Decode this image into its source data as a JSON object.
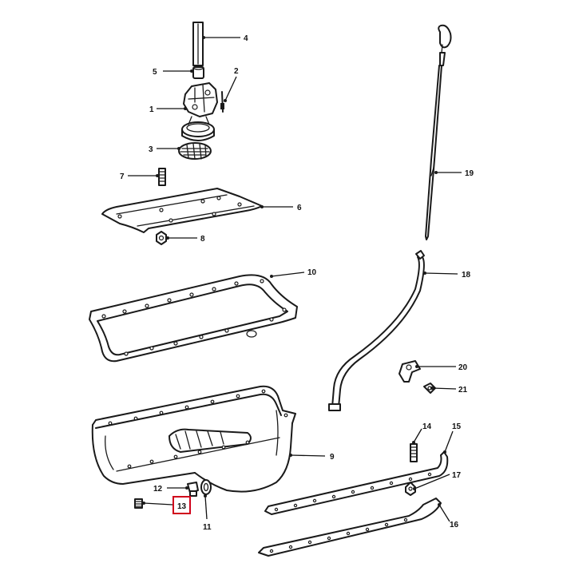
{
  "callouts": {
    "c1": "1",
    "c2": "2",
    "c3": "3",
    "c4": "4",
    "c5": "5",
    "c6": "6",
    "c7": "7",
    "c8": "8",
    "c9": "9",
    "c10": "10",
    "c11": "11",
    "c12": "12",
    "c13": "13",
    "c14": "14",
    "c15": "15",
    "c16": "16",
    "c17": "17",
    "c18": "18",
    "c19": "19",
    "c20": "20",
    "c21": "21"
  },
  "highlight": {
    "callout": "13",
    "color": "#d0021b"
  },
  "colors": {
    "line": "#1a1a1a",
    "background": "#ffffff"
  }
}
